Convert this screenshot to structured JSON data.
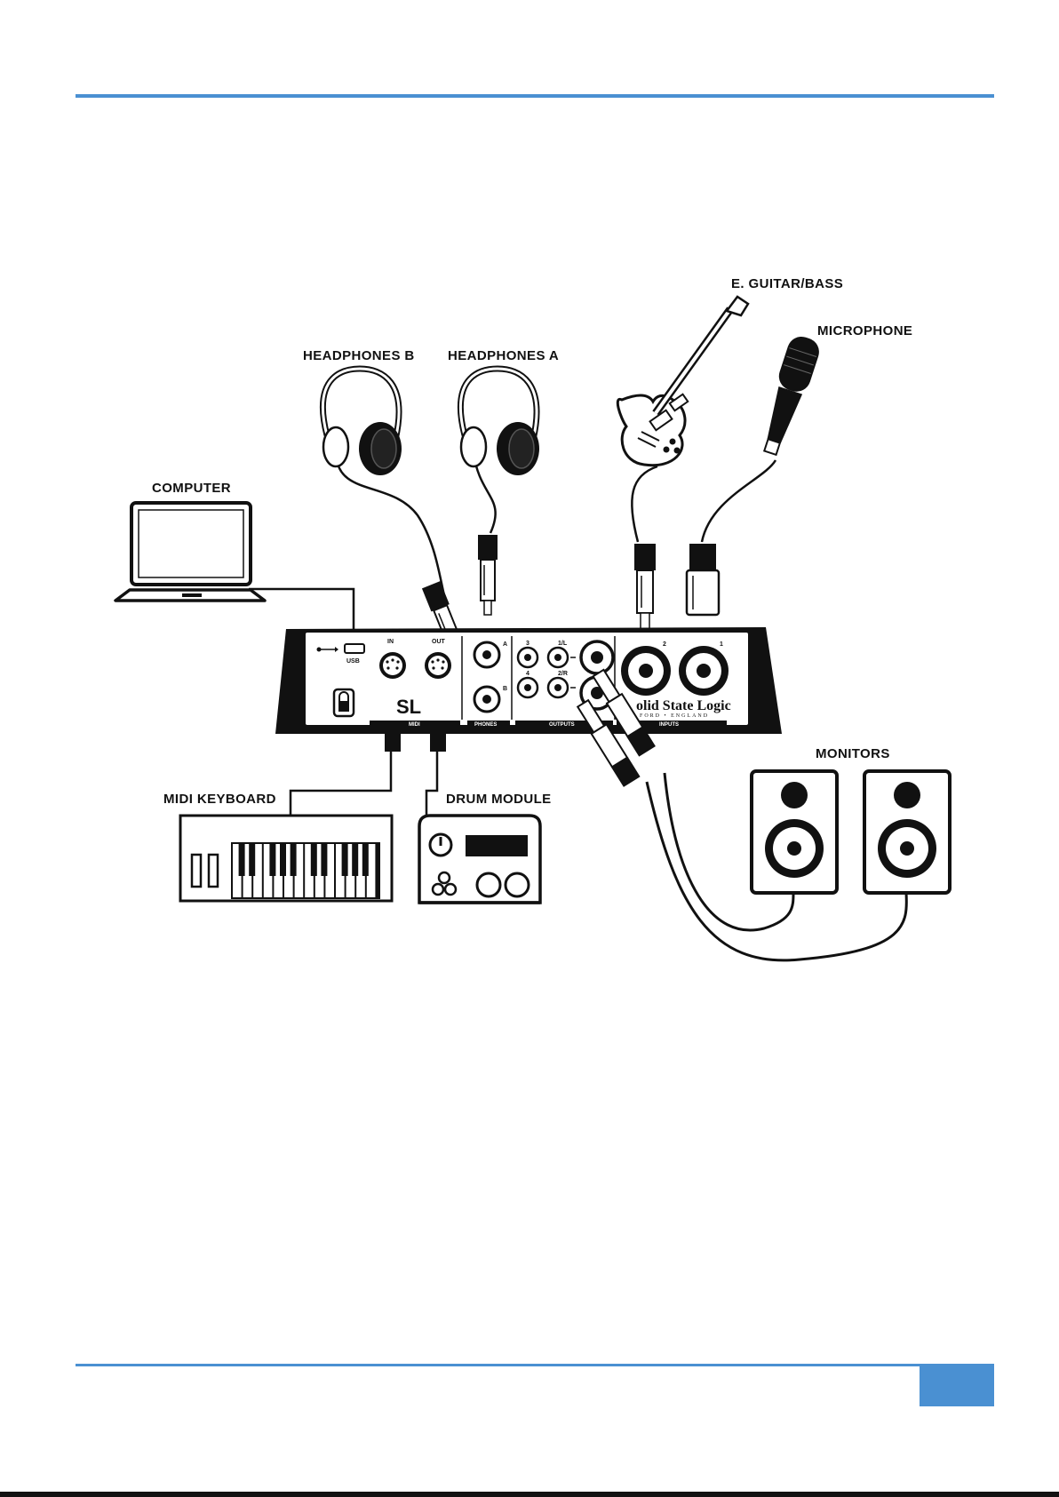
{
  "labels": {
    "guitar": "E. GUITAR/BASS",
    "microphone": "MICROPHONE",
    "headphones_b": "HEADPHONES B",
    "headphones_a": "HEADPHONES A",
    "computer": "COMPUTER",
    "midi_keyboard": "MIDI KEYBOARD",
    "drum_module": "DRUM MODULE",
    "monitors": "MONITORS"
  },
  "device": {
    "usb": "USB",
    "midi_in": "IN",
    "midi_out": "OUT",
    "phones_a": "A",
    "phones_b": "B",
    "out_3": "3",
    "out_4": "4",
    "out_1l": "1/L",
    "out_2r": "2/R",
    "input_2": "2",
    "input_1": "1",
    "strip_midi": "MIDI",
    "strip_phones": "PHONES",
    "strip_outputs": "OUTPUTS",
    "strip_inputs": "INPUTS",
    "logo": "olid State Logic",
    "logo_sub": "FORD • ENGLAND",
    "logo_mark": "SL"
  },
  "colors": {
    "accent": "#4a90d2",
    "ink": "#111111"
  }
}
